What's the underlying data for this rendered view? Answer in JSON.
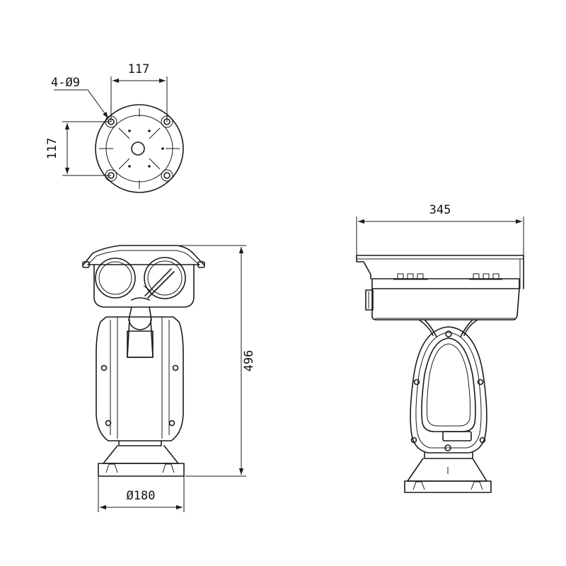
{
  "dimensions": {
    "top_width": "117",
    "top_height": "117",
    "holes": "4-Ø9",
    "height": "496",
    "base_diameter": "Ø180",
    "side_width": "345"
  }
}
